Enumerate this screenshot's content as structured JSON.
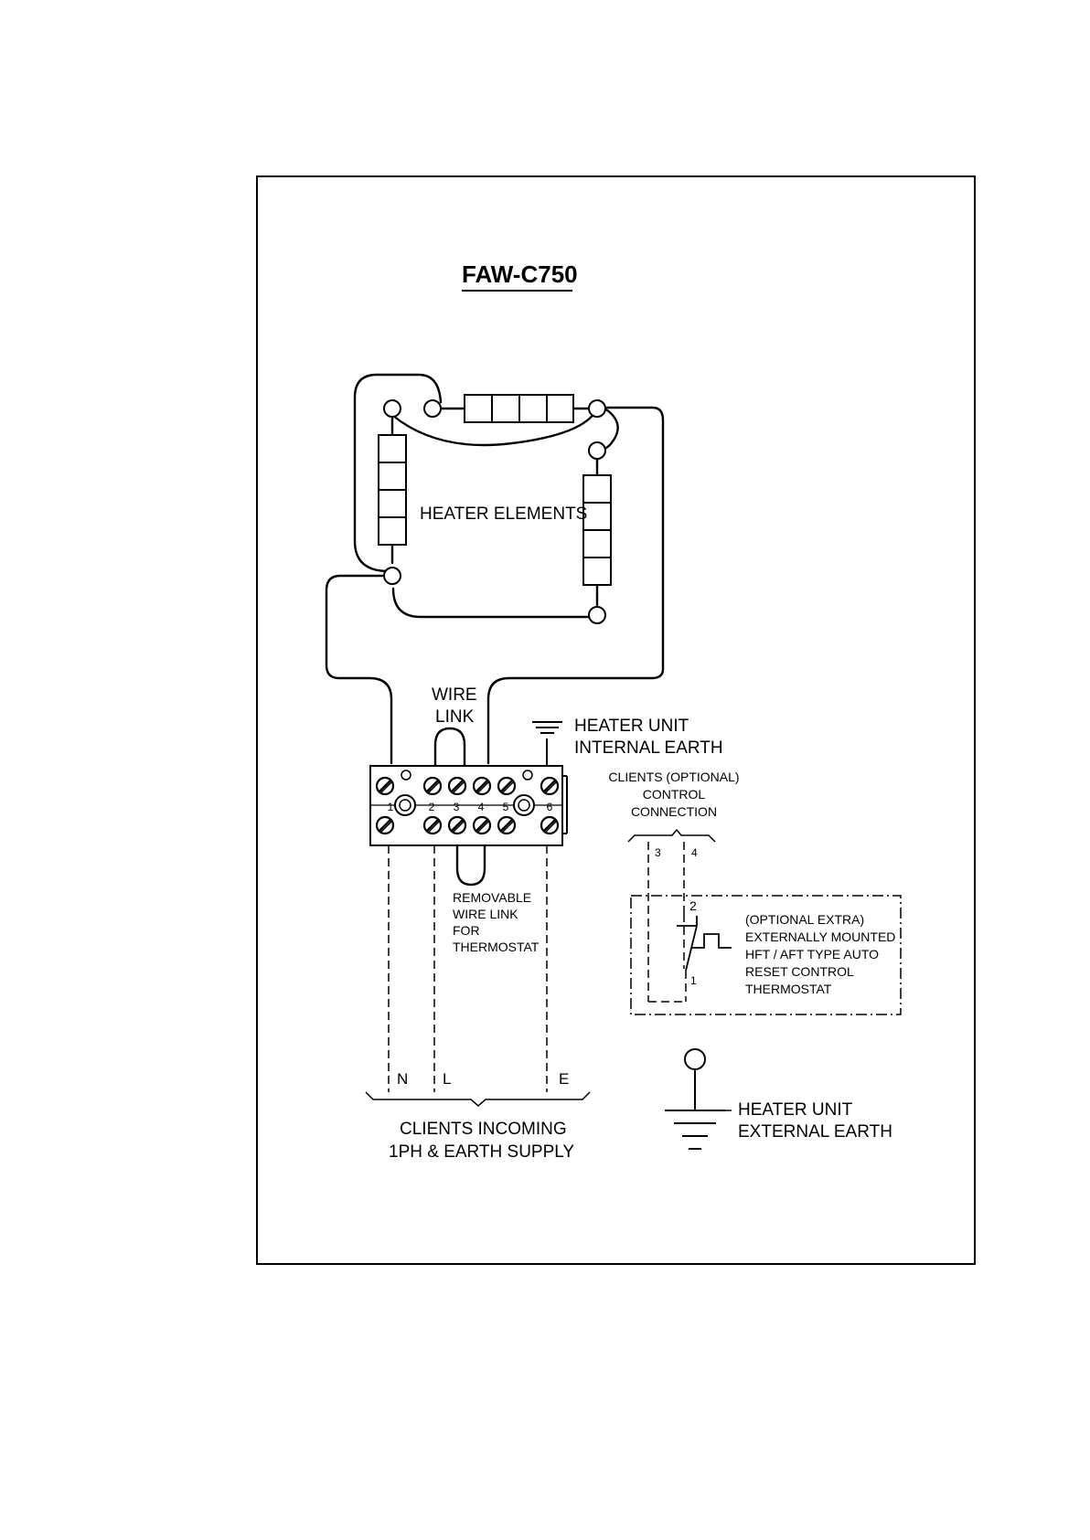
{
  "title": "FAW-C750",
  "labels": {
    "heater_elements": "HEATER ELEMENTS",
    "wire_link_line1": "WIRE",
    "wire_link_line2": "LINK",
    "internal_earth_line1": "HEATER UNIT",
    "internal_earth_line2": "INTERNAL EARTH",
    "control_conn_line1": "CLIENTS (OPTIONAL)",
    "control_conn_line2": "CONTROL",
    "control_conn_line3": "CONNECTION",
    "removable_line1": "REMOVABLE",
    "removable_line2": "WIRE LINK",
    "removable_line3": "FOR",
    "removable_line4": "THERMOSTAT",
    "thermostat_line1": "(OPTIONAL EXTRA)",
    "thermostat_line2": "EXTERNALLY MOUNTED",
    "thermostat_line3": "HFT / AFT TYPE AUTO",
    "thermostat_line4": "RESET CONTROL",
    "thermostat_line5": "THERMOSTAT",
    "supply_line1": "CLIENTS INCOMING",
    "supply_line2": "1PH & EARTH SUPPLY",
    "external_earth_line1": "HEATER UNIT",
    "external_earth_line2": "EXTERNAL EARTH"
  },
  "terminals": [
    "1",
    "2",
    "3",
    "4",
    "5",
    "6"
  ],
  "control_terminals": [
    "3",
    "4"
  ],
  "thermostat_contacts": [
    "2",
    "1"
  ],
  "supply_wires": [
    "N",
    "L",
    "E"
  ]
}
